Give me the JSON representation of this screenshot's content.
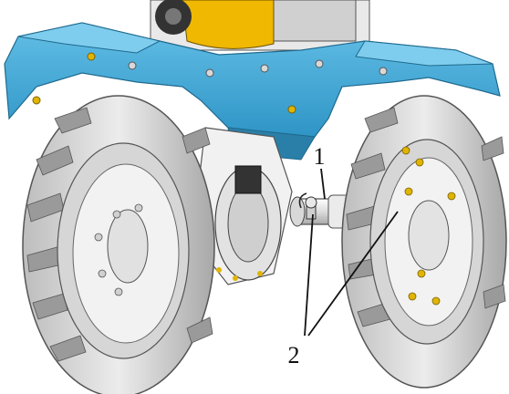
{
  "diagram": {
    "callouts": [
      {
        "id": "1",
        "label": "1"
      },
      {
        "id": "2",
        "label": "2"
      }
    ],
    "colors": {
      "frame": "#3fa7d6",
      "frame_shadow": "#2a7fa8",
      "engine": "#f0b800",
      "tyre": "#d9d9d9",
      "tyre_dark": "#8a8a8a",
      "rim": "#f2f2f2",
      "axle": "#e6e6e6",
      "bolt": "#e0b400",
      "line": "#111111"
    }
  }
}
